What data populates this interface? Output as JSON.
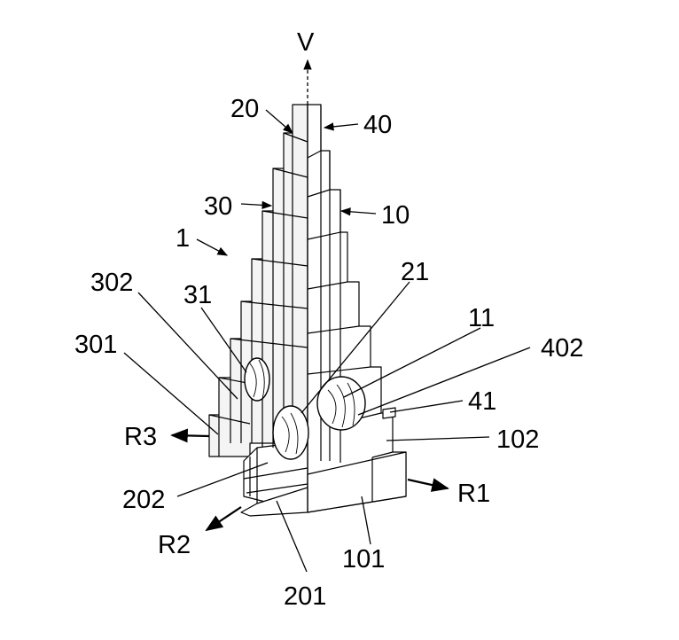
{
  "labels": {
    "axis_v": "V",
    "axis_r1": "R1",
    "axis_r2": "R2",
    "axis_r3": "R3",
    "assembly": "1",
    "plate_10": "10",
    "plate_20": "20",
    "plate_30": "30",
    "plate_40": "40",
    "hole_11": "11",
    "hole_21": "21",
    "hole_31": "31",
    "hole_41": "41",
    "part_101": "101",
    "part_102": "102",
    "part_201": "201",
    "part_202": "202",
    "part_301": "301",
    "part_302": "302",
    "part_402": "402"
  }
}
